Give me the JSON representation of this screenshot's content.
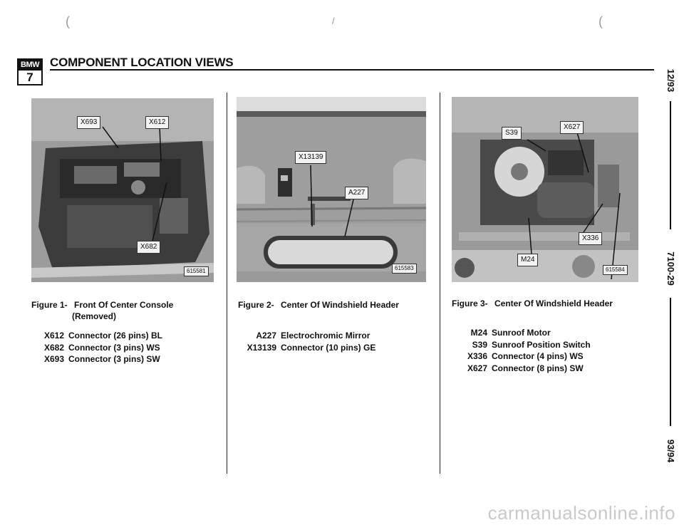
{
  "header": {
    "logo_top": "BMW",
    "logo_bottom": "7",
    "title": "COMPONENT LOCATION VIEWS"
  },
  "sidebar": {
    "date_top": "12/93",
    "section": "7100-29",
    "date_bottom": "93/94"
  },
  "figures": [
    {
      "photo_number": "615581",
      "callouts": [
        "X693",
        "X612",
        "X682"
      ],
      "caption_prefix": "Figure 1-",
      "caption_line1": "Front Of Center Console",
      "caption_line2": "(Removed)",
      "legend": [
        {
          "code": "X612",
          "desc": "Connector (26 pins) BL"
        },
        {
          "code": "X682",
          "desc": "Connector (3 pins) WS"
        },
        {
          "code": "X693",
          "desc": "Connector (3 pins) SW"
        }
      ]
    },
    {
      "photo_number": "615583",
      "callouts": [
        "X13139",
        "A227"
      ],
      "caption_prefix": "Figure 2-",
      "caption_line1": "Center Of Windshield Header",
      "legend": [
        {
          "code": "A227",
          "desc": "Electrochromic Mirror"
        },
        {
          "code": "X13139",
          "desc": "Connector (10 pins) GE"
        }
      ]
    },
    {
      "photo_number": "615584",
      "callouts": [
        "S39",
        "X627",
        "X336",
        "M24"
      ],
      "caption_prefix": "Figure 3-",
      "caption_line1": "Center Of Windshield Header",
      "legend": [
        {
          "code": "M24",
          "desc": "Sunroof Motor"
        },
        {
          "code": "S39",
          "desc": "Sunroof Position Switch"
        },
        {
          "code": "X336",
          "desc": "Connector (4 pins) WS"
        },
        {
          "code": "X627",
          "desc": "Connector (8 pins) SW"
        }
      ]
    }
  ],
  "watermark": "carmanualsonline.info"
}
